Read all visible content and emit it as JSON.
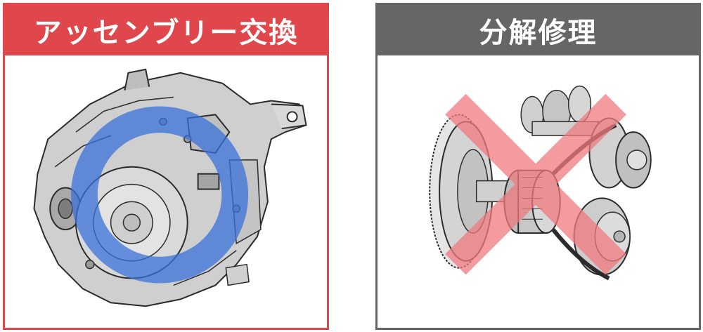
{
  "colors": {
    "accent_red": "#e0474c",
    "header_gray": "#666666",
    "circle_blue": "#3a72d8",
    "cross_pink": "#f07a80",
    "line_art": "#2b2b2b",
    "metal_fill": "#c9c9c9"
  },
  "panels": {
    "left": {
      "title": "アッセンブリー交換",
      "image": "transmission-assembly-illustration",
      "mark": "circle-mark"
    },
    "right": {
      "title": "分解修理",
      "image": "gear-components-illustration",
      "mark": "cross-mark"
    }
  }
}
